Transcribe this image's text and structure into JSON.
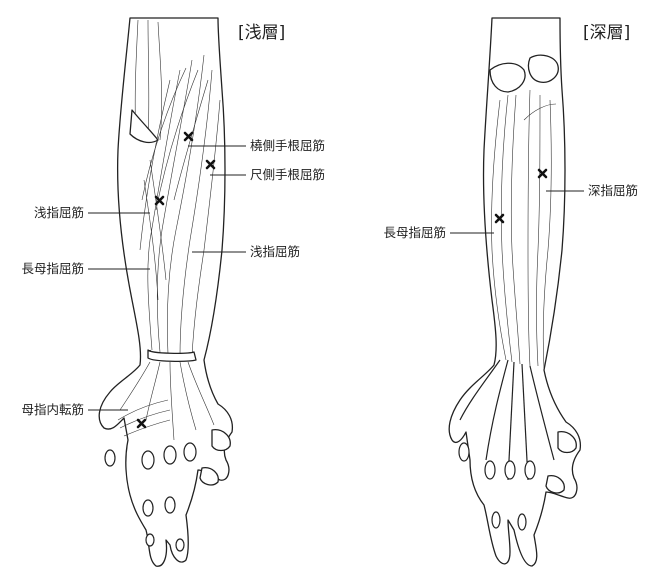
{
  "panels": {
    "superficial": {
      "title": "[浅層]",
      "labels": {
        "fcr": "橈側手根屈筋",
        "fcu": "尺側手根屈筋",
        "fds_left": "浅指屈筋",
        "fds_right": "浅指屈筋",
        "fpl": "長母指屈筋",
        "adductor": "母指内転筋"
      }
    },
    "deep": {
      "title": "[深層]",
      "labels": {
        "fdp": "深指屈筋",
        "fpl": "長母指屈筋"
      }
    }
  },
  "colors": {
    "ink": "#222222",
    "background": "#ffffff"
  },
  "marker_icon": "cross-mark-icon"
}
